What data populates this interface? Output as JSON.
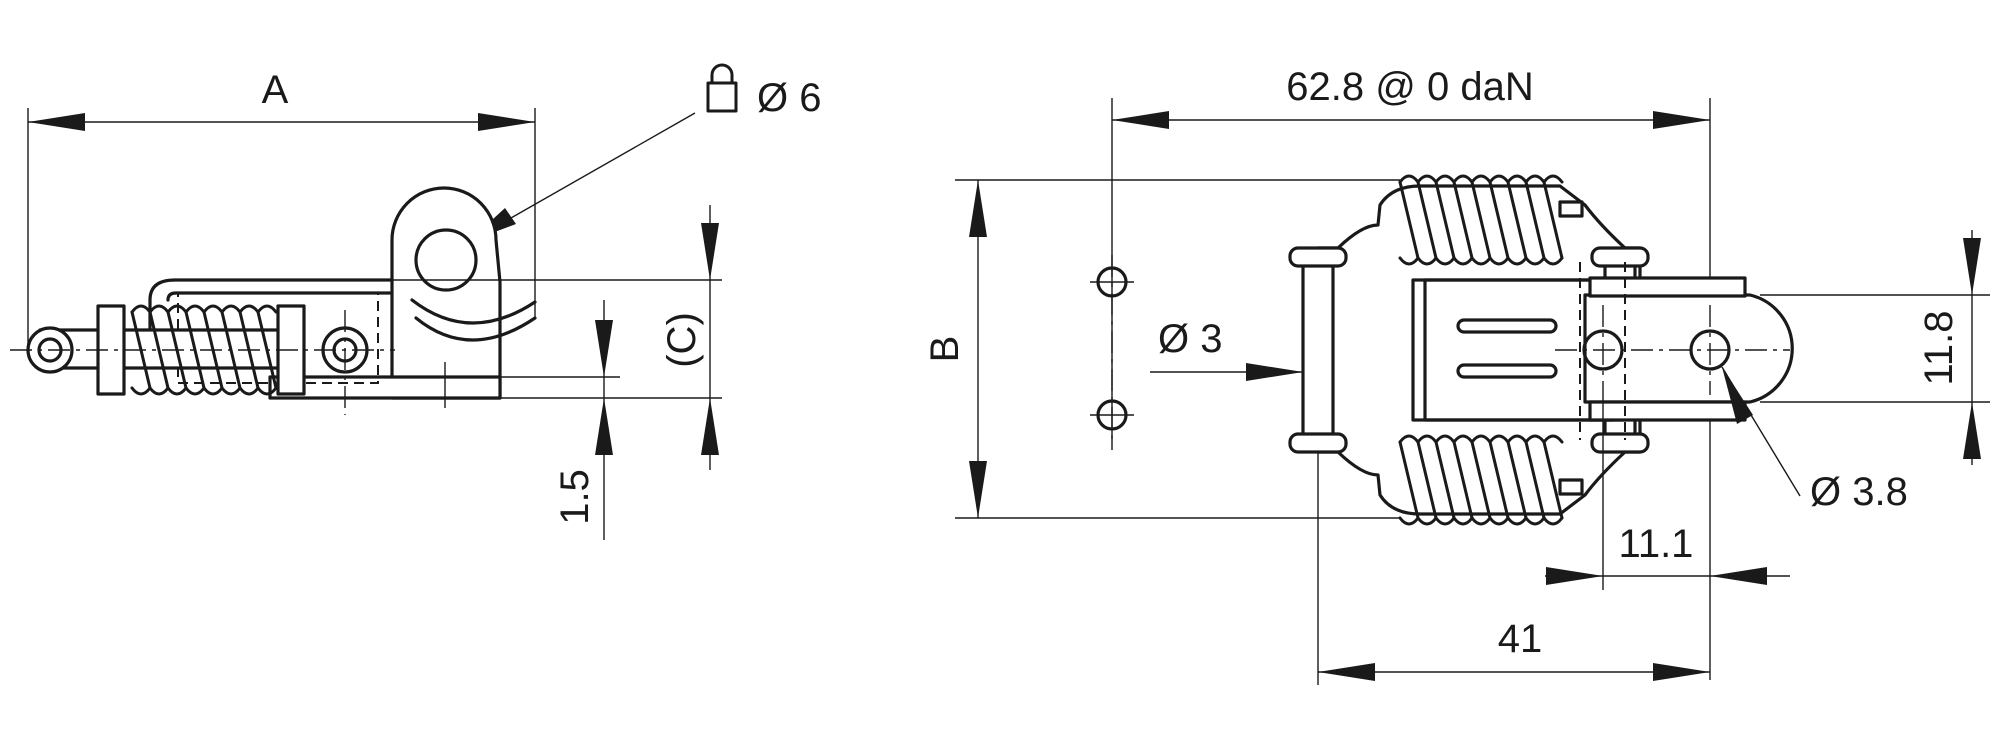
{
  "drawing": {
    "side_view": {
      "dim_a": "A",
      "dim_c": "(C)",
      "dim_thickness": "1.5",
      "padlock_hole": "Ø 6",
      "padlock_icon": "padlock-icon"
    },
    "top_view": {
      "dim_length": "62.8 @ 0 daN",
      "dim_b": "B",
      "mount_hole": "Ø 3",
      "keeper_hole": "Ø 3.8",
      "dim_keeper_height": "11.8",
      "dim_keeper_offset": "11.1",
      "dim_base": "41"
    }
  }
}
